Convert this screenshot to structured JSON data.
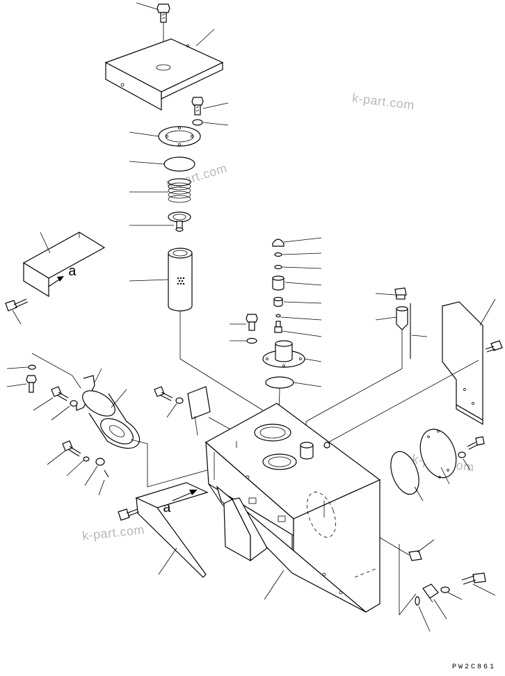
{
  "watermark": {
    "text": "k-part.com",
    "color": "#b8b8b8"
  },
  "view_reference": {
    "letter": "a"
  },
  "drawing_code": "PW2C861",
  "colors": {
    "line": "#000000",
    "background": "#ffffff"
  }
}
